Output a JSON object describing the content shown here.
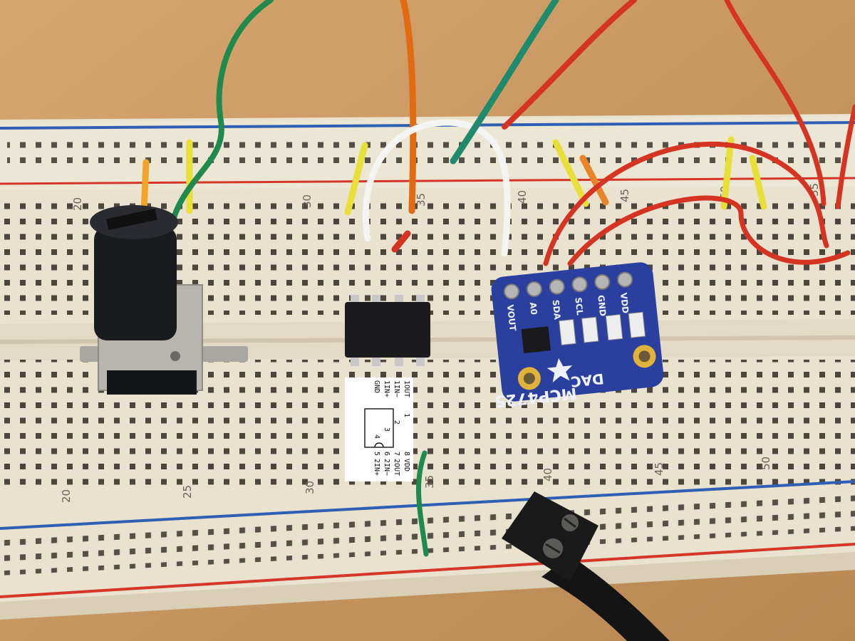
{
  "breadboard": {
    "top_numbers": [
      "20",
      "30",
      "35",
      "40",
      "45",
      "50",
      "55"
    ],
    "bottom_numbers": [
      "20",
      "25",
      "30",
      "35",
      "40",
      "45",
      "50"
    ]
  },
  "pinout_label": {
    "left_pins": [
      "1OUT",
      "1IN−",
      "1IN+",
      "GND"
    ],
    "left_numbers": [
      "1",
      "2",
      "3",
      "4"
    ],
    "right_pins": [
      "VDD",
      "2OUT",
      "2IN−",
      "2IN+"
    ],
    "right_numbers": [
      "8",
      "7",
      "6",
      "5"
    ]
  },
  "dac_board": {
    "pins": [
      "VOUT",
      "A0",
      "SDA",
      "SCL",
      "GND",
      "VDD"
    ],
    "title": "MCP4725",
    "subtitle": "DAC"
  },
  "colors": {
    "board": "#e9e2cf",
    "rail_blue": "#2f5fb3",
    "rail_red": "#d6362a",
    "wire_green": "#1f8a4c",
    "wire_orange": "#e06b12",
    "wire_red": "#d63422",
    "wire_yellow": "#e9df3a",
    "dac_pcb": "#2a3f9e"
  }
}
